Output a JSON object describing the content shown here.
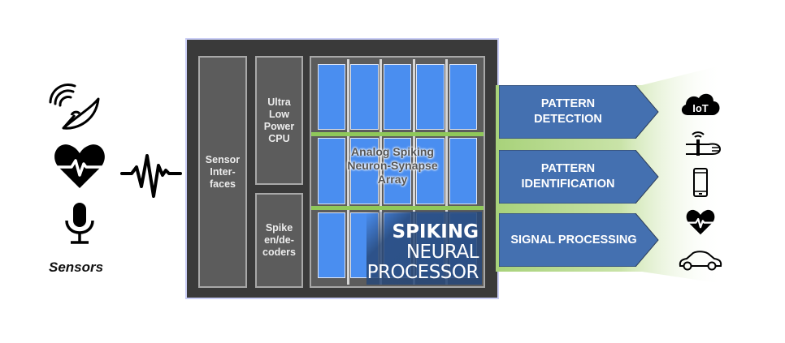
{
  "sensors": {
    "label": "Sensors",
    "icons": [
      "satellite-dish-icon",
      "heart-rate-icon",
      "microphone-icon"
    ],
    "signal_icon": "signal-waveform-icon"
  },
  "chip": {
    "blocks": {
      "sensor_interfaces": "Sensor\nInter-\nfaces",
      "cpu": "Ultra\nLow\nPower\nCPU",
      "spike_codec": "Spike\nen/de-\ncoders"
    },
    "array_label": "Analog Spiking\nNeuron-Synapse\nArray",
    "processor_title": {
      "line1": "SPIKING",
      "line2": "NEURAL",
      "line3": "PROCESSOR"
    },
    "array_grid": {
      "rows": 3,
      "columns": 5
    }
  },
  "outputs": [
    {
      "label": "PATTERN\nDETECTION"
    },
    {
      "label": "PATTERN\nIDENTIFICATION"
    },
    {
      "label": "SIGNAL PROCESSING"
    }
  ],
  "applications": [
    {
      "icon": "iot-cloud-icon",
      "text": "IoT"
    },
    {
      "icon": "wearable-wrist-icon"
    },
    {
      "icon": "smartphone-icon"
    },
    {
      "icon": "heart-rate-icon"
    },
    {
      "icon": "car-icon"
    }
  ],
  "colors": {
    "chip_bg": "#3a3a3a",
    "block_bg": "#5c5c5c",
    "cell_blue": "#4a8ef0",
    "bus_green": "#8fc85a",
    "arrow_blue": "#4470b0",
    "fan_green": "#a8d27a"
  }
}
